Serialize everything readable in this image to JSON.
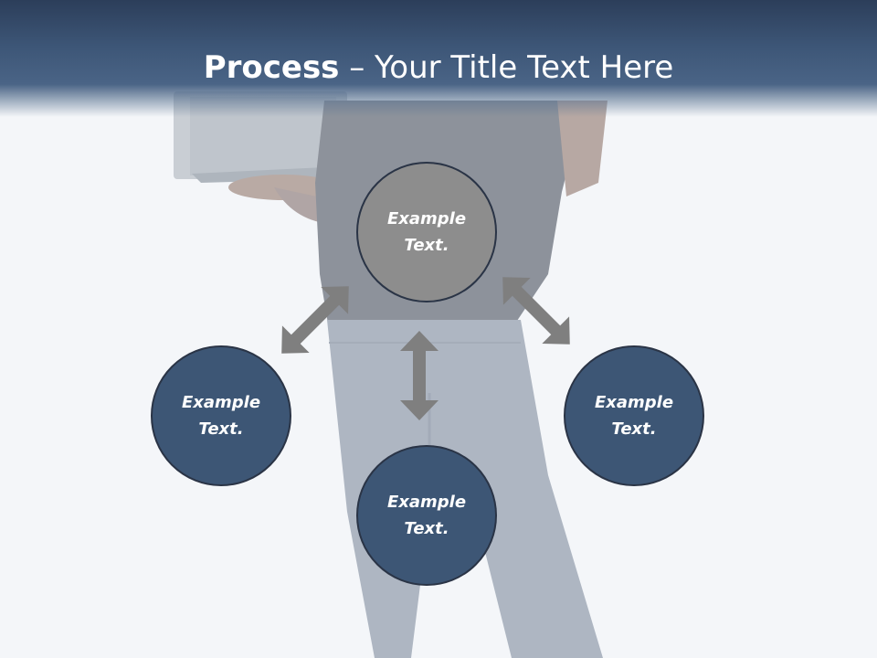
{
  "title": {
    "bold": "Process",
    "rest": " – Your Title Text Here"
  },
  "nodes": [
    {
      "id": "top",
      "line1": "Example",
      "line2": "Text."
    },
    {
      "id": "left",
      "line1": "Example",
      "line2": "Text."
    },
    {
      "id": "right",
      "line1": "Example",
      "line2": "Text."
    },
    {
      "id": "bottom",
      "line1": "Example",
      "line2": "Text."
    }
  ],
  "colors": {
    "header": "#3d5677",
    "center_node": "#8d8d8d",
    "outer_node": "#3d5675",
    "arrow": "#7f7f7f"
  },
  "icons": [
    "double-arrow-icon"
  ]
}
